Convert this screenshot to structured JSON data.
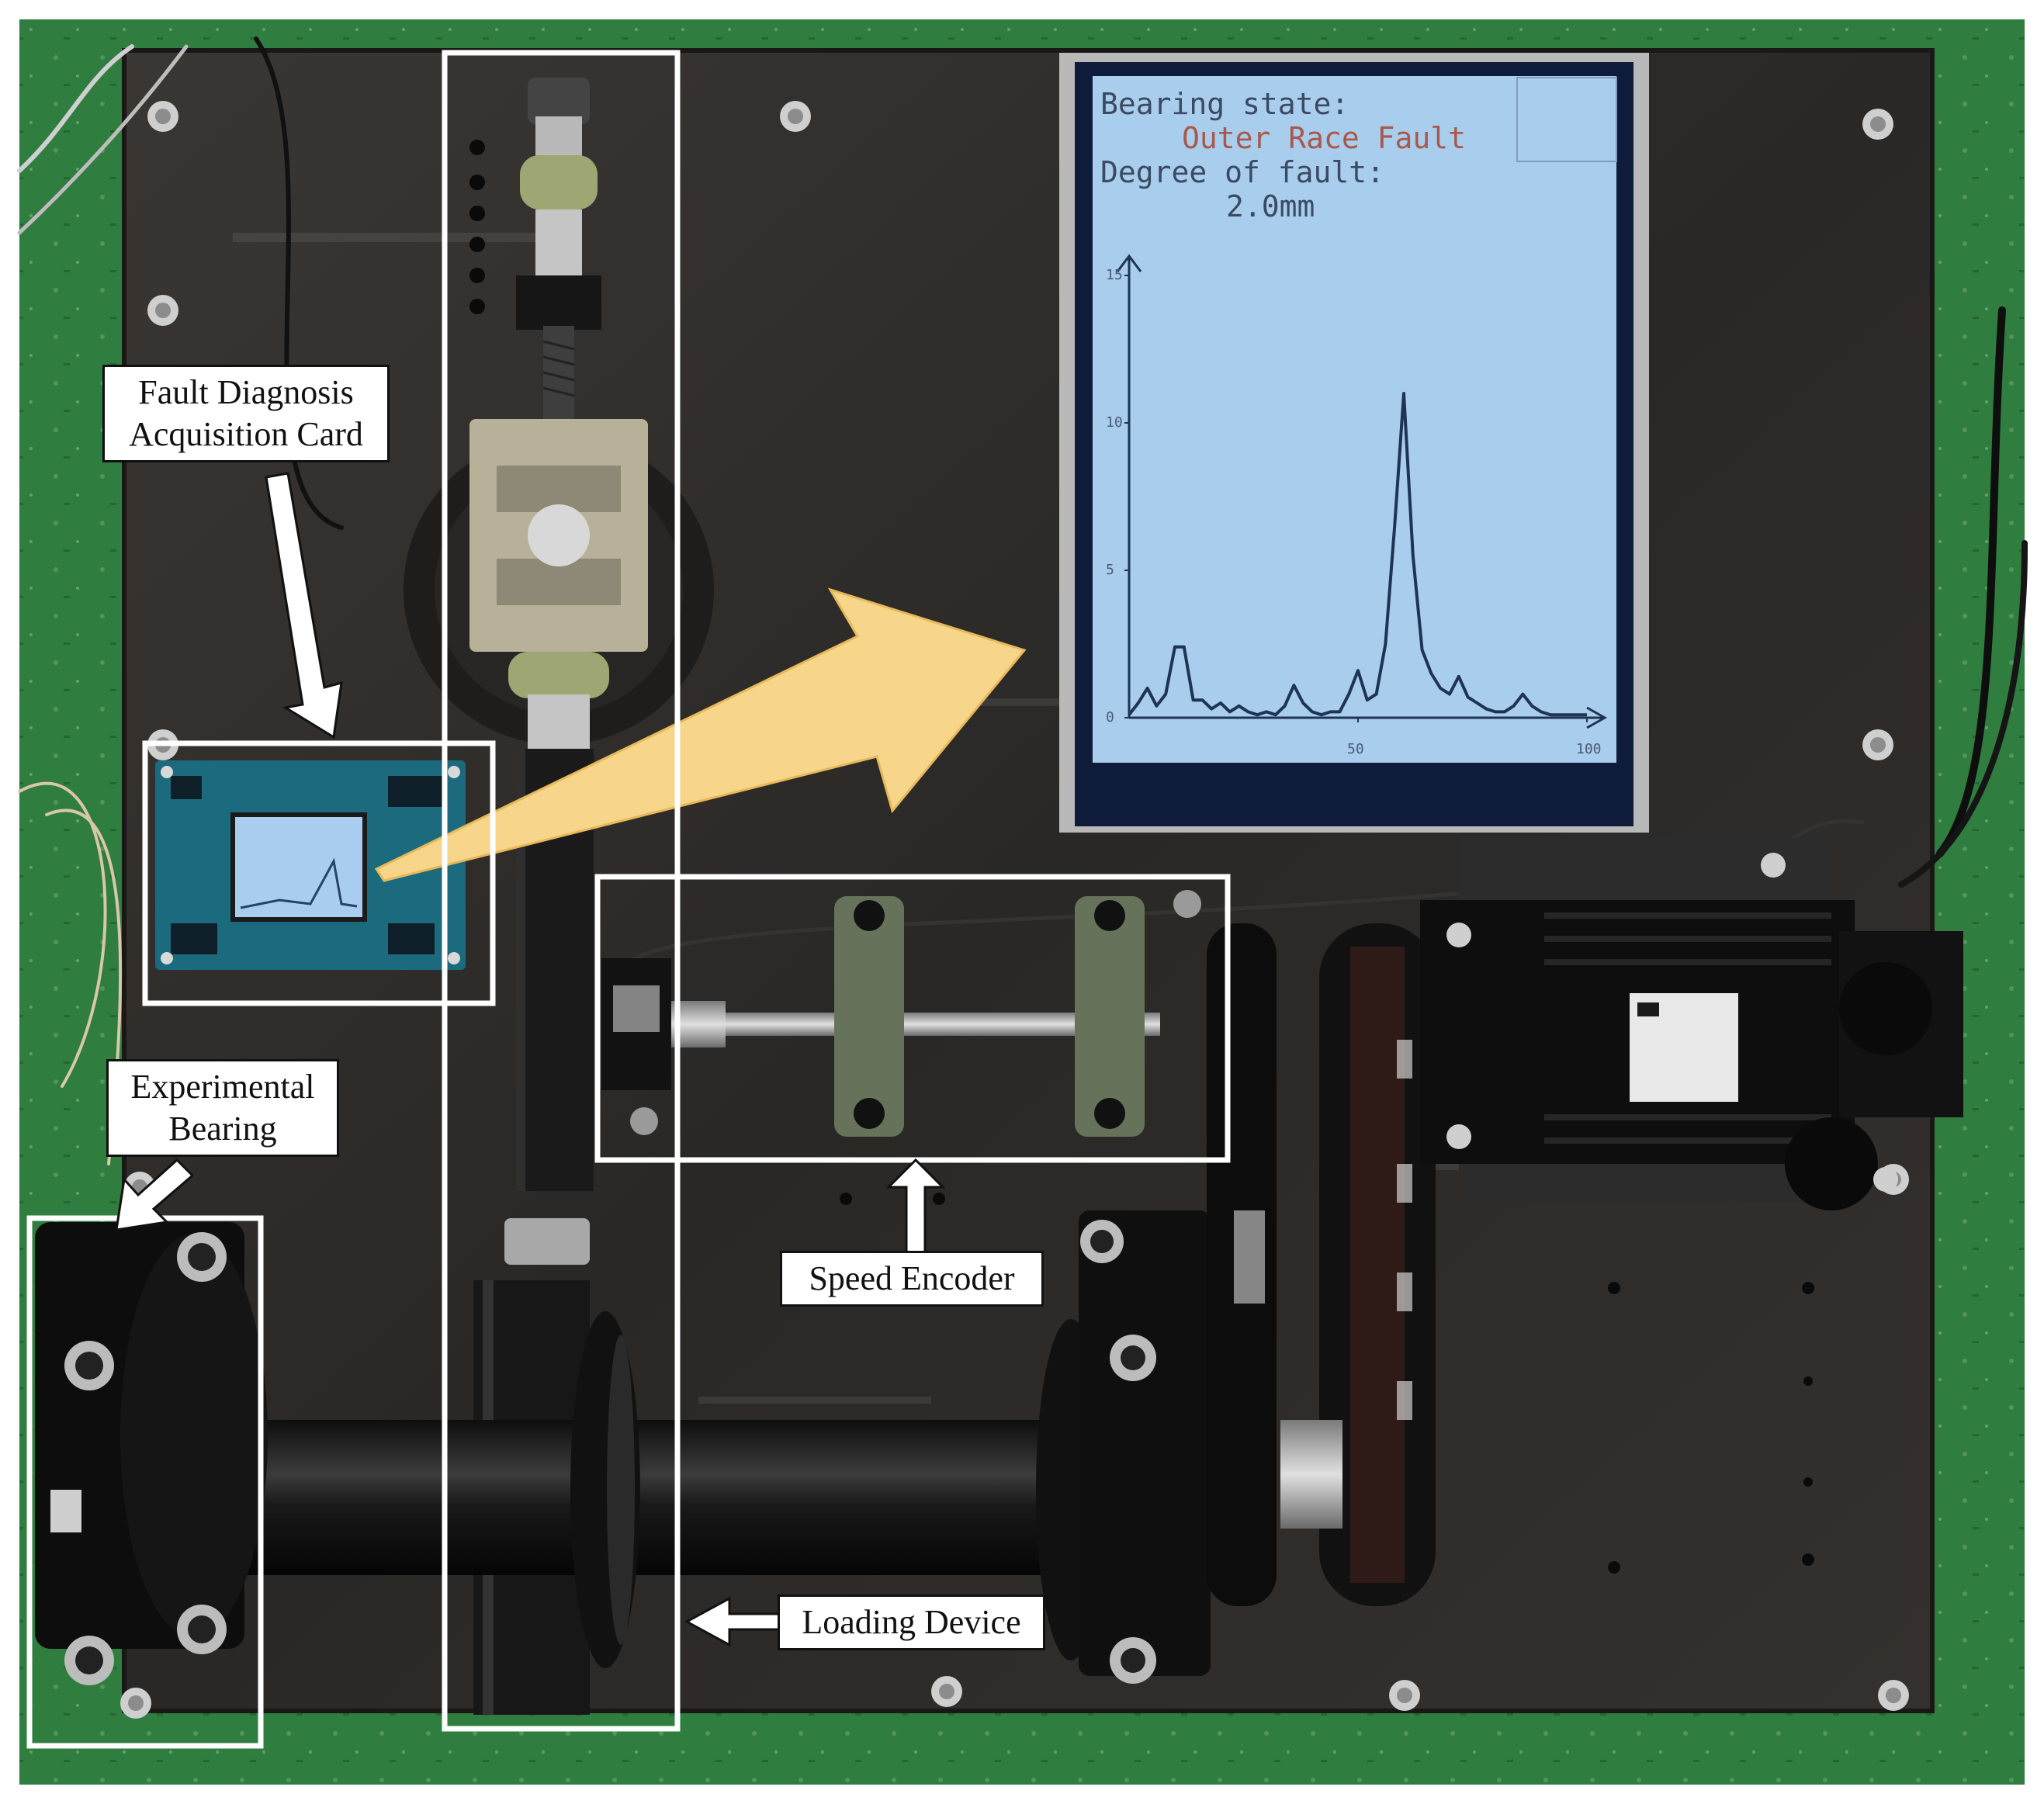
{
  "colors": {
    "floor": "#2f7d3f",
    "plate": "#2b2a28",
    "lcd_background": "#a9cdec",
    "lcd_text_dark": "#3b4a63",
    "lcd_text_fault": "#a9584b",
    "spectrum_line": "#1f3354",
    "highlight_box": "#ffffff",
    "big_arrow": "#f7d58a"
  },
  "callouts": {
    "fault_card": [
      "Fault Diagnosis",
      "Acquisition Card"
    ],
    "experimental_bearing": [
      "Experimental",
      "Bearing"
    ],
    "speed_encoder": "Speed Encoder",
    "loading_device": "Loading Device"
  },
  "lcd": {
    "state_label": "Bearing state:",
    "state_value": "Outer Race Fault",
    "degree_label": "Degree of fault:",
    "degree_value": "2.0mm"
  },
  "chart_data": {
    "type": "line",
    "title": "",
    "xlabel": "",
    "ylabel": "",
    "xlim": [
      0,
      100
    ],
    "ylim": [
      0,
      15
    ],
    "x_ticks": [
      50,
      100
    ],
    "y_ticks": [
      0,
      5,
      10,
      15
    ],
    "x_tick_labels": [
      "50",
      "100"
    ],
    "y_tick_labels": [
      "0",
      "5",
      "10",
      "15"
    ],
    "grid": false,
    "series": [
      {
        "x": [
          0,
          2,
          4,
          6,
          8,
          10,
          12,
          14,
          16,
          18,
          20,
          22,
          24,
          26,
          28,
          30,
          32,
          34,
          36,
          38,
          40,
          42,
          44,
          46,
          48,
          50,
          52,
          54,
          56,
          58,
          60,
          62,
          64,
          66,
          68,
          70,
          72,
          74,
          76,
          78,
          80,
          82,
          84,
          86,
          88,
          90,
          92,
          94,
          96,
          98,
          100
        ],
        "y": [
          0.1,
          0.5,
          1.0,
          0.4,
          0.8,
          2.4,
          2.4,
          0.6,
          0.6,
          0.3,
          0.5,
          0.2,
          0.4,
          0.2,
          0.1,
          0.2,
          0.1,
          0.4,
          1.1,
          0.5,
          0.2,
          0.1,
          0.2,
          0.2,
          0.8,
          1.6,
          0.6,
          0.8,
          2.5,
          6.5,
          11.0,
          5.5,
          2.3,
          1.5,
          1.0,
          0.8,
          1.4,
          0.7,
          0.5,
          0.3,
          0.2,
          0.2,
          0.4,
          0.8,
          0.4,
          0.2,
          0.1,
          0.1,
          0.1,
          0.1,
          0.1
        ]
      }
    ]
  }
}
